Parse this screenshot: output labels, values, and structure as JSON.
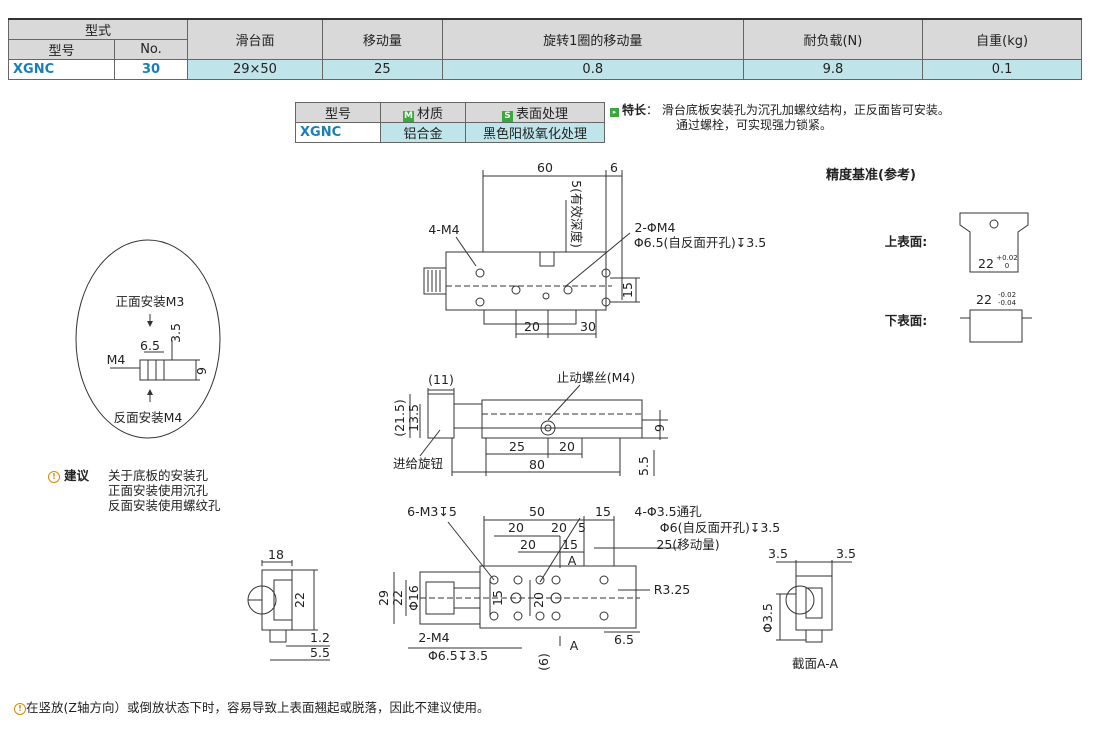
{
  "spec_table": {
    "group_header": "型式",
    "headers": [
      "型号",
      "No.",
      "滑台面",
      "移动量",
      "旋转1圈的移动量",
      "耐负载(N)",
      "自重(kg)"
    ],
    "row": [
      "XGNC",
      "30",
      "29×50",
      "25",
      "0.8",
      "9.8",
      "0.1"
    ]
  },
  "material_table": {
    "headers": [
      "型号",
      "材质",
      "表面处理"
    ],
    "header_badges": [
      "",
      "M",
      "S"
    ],
    "row": [
      "XGNC",
      "铝合金",
      "黑色阳极氧化处理"
    ]
  },
  "feature": {
    "label": "特长",
    "line1": "滑台底板安装孔为沉孔加螺纹结构，正反面皆可安装。",
    "line2": "通过螺栓，可实现强力锁紧。"
  },
  "accuracy": {
    "title": "精度基准(参考)",
    "upper_label": "上表面:",
    "lower_label": "下表面:",
    "upper_value": "22",
    "upper_tol_top": "+0.02",
    "upper_tol_bottom": "0",
    "lower_value": "22",
    "lower_tol_top": "-0.02",
    "lower_tol_bottom": "-0.04"
  },
  "circle_detail": {
    "top_label": "正面安装M3",
    "bottom_label": "反面安装M4",
    "dim_65": "6.5",
    "dim_35": "3.5",
    "dim_9": "9",
    "m4": "M4"
  },
  "recommendation": {
    "label": "建议",
    "lines": [
      "关于底板的安装孔",
      "正面安装使用沉孔",
      "反面安装使用螺纹孔"
    ]
  },
  "top_view": {
    "dim_60": "60",
    "dim_6": "6",
    "depth_note": "5(有效深度)",
    "m4_holes": "4-M4",
    "phi_holes": "2-ΦM4",
    "counterbore": "Φ6.5(自反面开孔)↧3.5",
    "dim_15": "15",
    "dim_20": "20",
    "dim_30": "30"
  },
  "side_view": {
    "dim_11": "(11)",
    "stop_screw": "止动螺丝(M4)",
    "dim_215": "(21.5)",
    "dim_135": "13.5",
    "dim_9": "9",
    "dim_25": "25",
    "dim_20": "20",
    "dim_80": "80",
    "dim_55": "5.5",
    "feed_knob": "进给旋钮"
  },
  "bottom_view": {
    "m3_holes": "6-M3↧5",
    "dim_50": "50",
    "dim_15": "15",
    "phi35_holes": "4-Φ3.5通孔",
    "counterbore": "Φ6(自反面开孔)↧3.5",
    "travel": "25(移动量)",
    "dim_20a": "20",
    "dim_20b": "20",
    "dim_5": "5",
    "dim_20c": "20",
    "dim_15b": "15",
    "section_mark": "A",
    "dim_29": "29",
    "dim_22": "22",
    "phi16": "Φ16",
    "dim_15c": "15",
    "dim_20d": "20",
    "r325": "R3.25",
    "m4": "2-M4",
    "cb2": "Φ6.5↧3.5",
    "dim_65": "6.5",
    "dim_6": "(6)"
  },
  "left_view": {
    "dim_18": "18",
    "dim_22": "22",
    "dim_12": "1.2",
    "dim_55": "5.5"
  },
  "section_view": {
    "dim_35a": "3.5",
    "dim_35b": "3.5",
    "phi35": "Φ3.5",
    "caption": "截面A-A"
  },
  "footer_note": "在竖放(Z轴方向）或倒放状态下时，容易导致上表面翘起或脱落，因此不建议使用。",
  "colors": {
    "header_bg": "#d9d9d9",
    "data_bg": "#bfe4ea",
    "model_text": "#1a7fb8",
    "badge": "#3aa83a",
    "warn": "#d98a00"
  }
}
